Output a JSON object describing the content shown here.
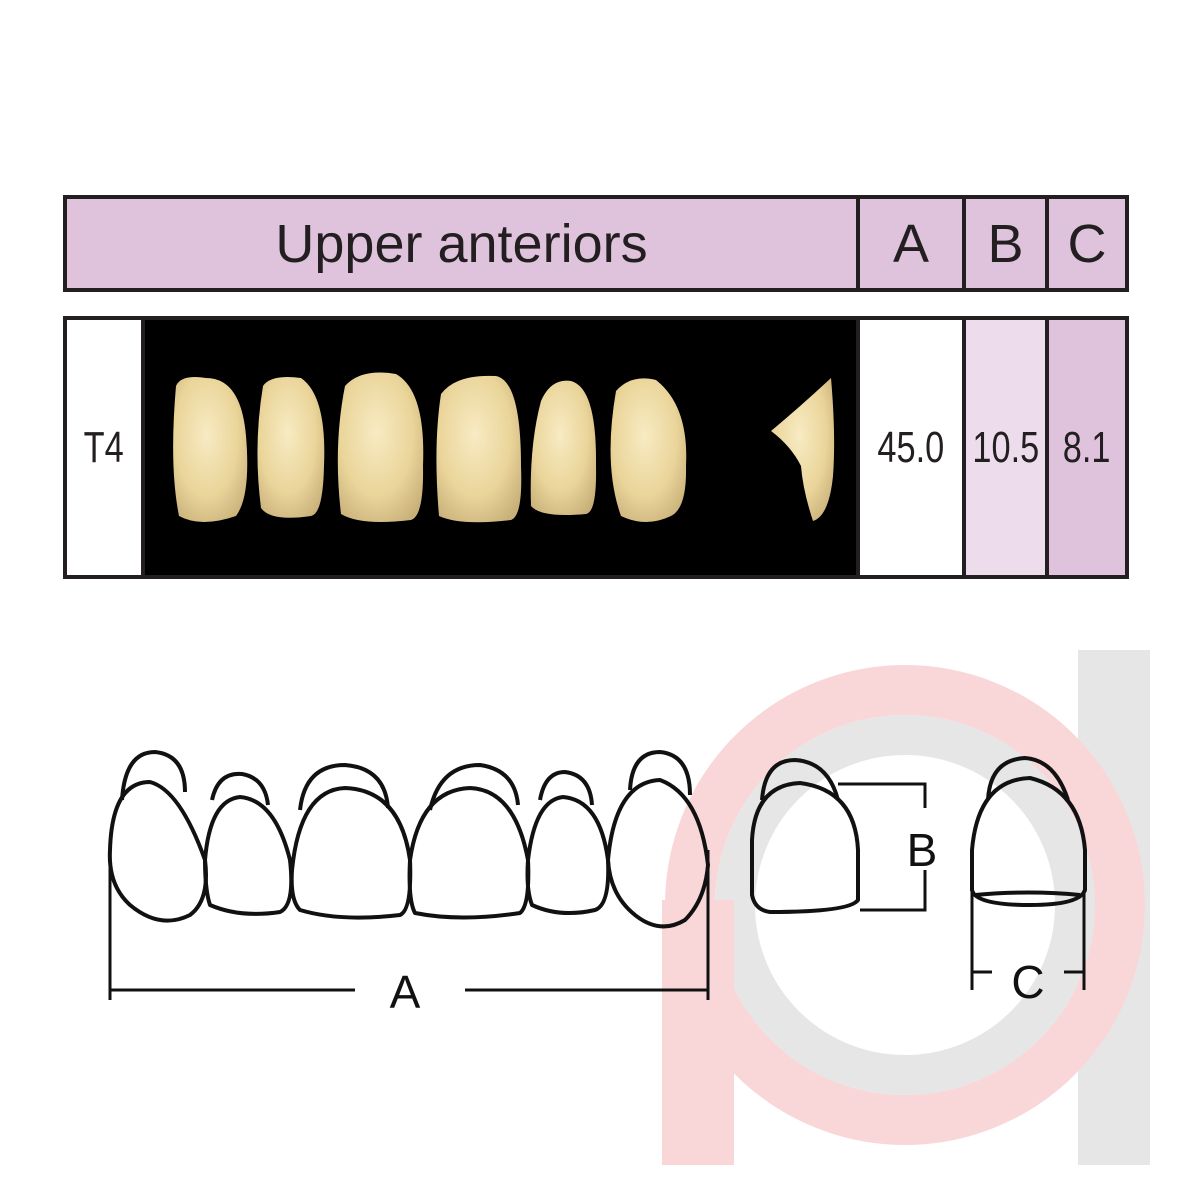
{
  "header": {
    "title": "Upper anteriors",
    "col_a": "A",
    "col_b": "B",
    "col_c": "C"
  },
  "row": {
    "mould": "T4",
    "a": "45.0",
    "b": "10.5",
    "c": "8.1"
  },
  "diagram": {
    "label_a": "A",
    "label_b": "B",
    "label_c": "C"
  },
  "colors": {
    "header": "#dfc3dd",
    "cell_b": "#ecdcec",
    "cell_c": "#dfc3dd",
    "watermark_pink": "#f9d7d9",
    "watermark_gray": "#e6e6e6"
  }
}
